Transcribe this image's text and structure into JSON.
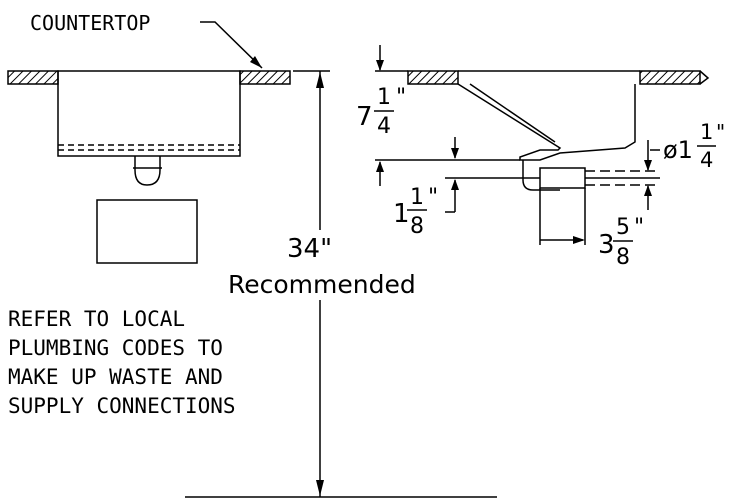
{
  "labels": {
    "countertop": "COUNTERTOP",
    "height": "34\"",
    "recommended": "Recommended",
    "note": [
      "REFER TO LOCAL",
      "PLUMBING CODES TO",
      "MAKE UP WASTE AND",
      "SUPPLY CONNECTIONS"
    ]
  },
  "dimensions": {
    "depth": {
      "whole": "7",
      "num": "1",
      "den": "4",
      "unit": "\""
    },
    "drain_offset": {
      "whole": "1",
      "num": "1",
      "den": "8",
      "unit": "\""
    },
    "outlet_length": {
      "whole": "3",
      "num": "5",
      "den": "8",
      "unit": "\""
    },
    "outlet_diameter": {
      "prefix": "ø1",
      "num": "1",
      "den": "4",
      "unit": "\""
    }
  }
}
